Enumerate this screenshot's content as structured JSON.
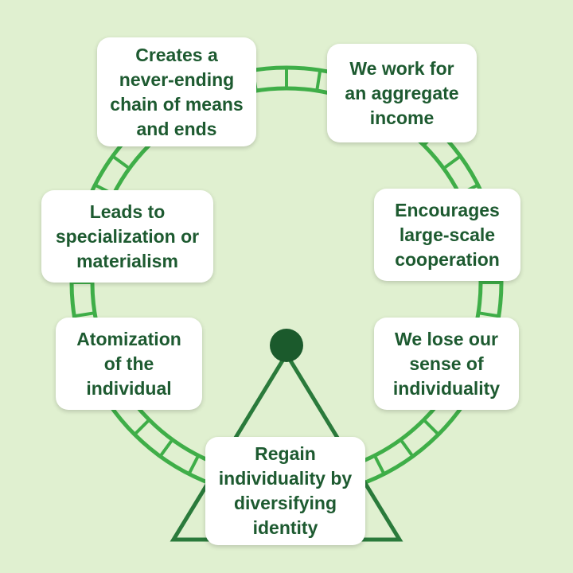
{
  "colors": {
    "background": "#e0f0d0",
    "rail": "#3fae48",
    "stand": "#2a7a3b",
    "pivot": "#1b5a2c",
    "text": "#1d5a30"
  },
  "steps": [
    {
      "id": "chain",
      "text": "Creates a\nnever-ending\nchain of means\nand ends"
    },
    {
      "id": "aggregate",
      "text": "We work for\nan aggregate\nincome"
    },
    {
      "id": "cooperation",
      "text": "Encourages\nlarge-scale\ncooperation"
    },
    {
      "id": "lose",
      "text": "We lose our\nsense of\nindividuality"
    },
    {
      "id": "regain",
      "text": "Regain\nindividuality by\ndiversifying\nidentity"
    },
    {
      "id": "atomization",
      "text": "Atomization\nof the\nindividual"
    },
    {
      "id": "specialization",
      "text": "Leads to\nspecialization or\nmaterialism"
    }
  ]
}
